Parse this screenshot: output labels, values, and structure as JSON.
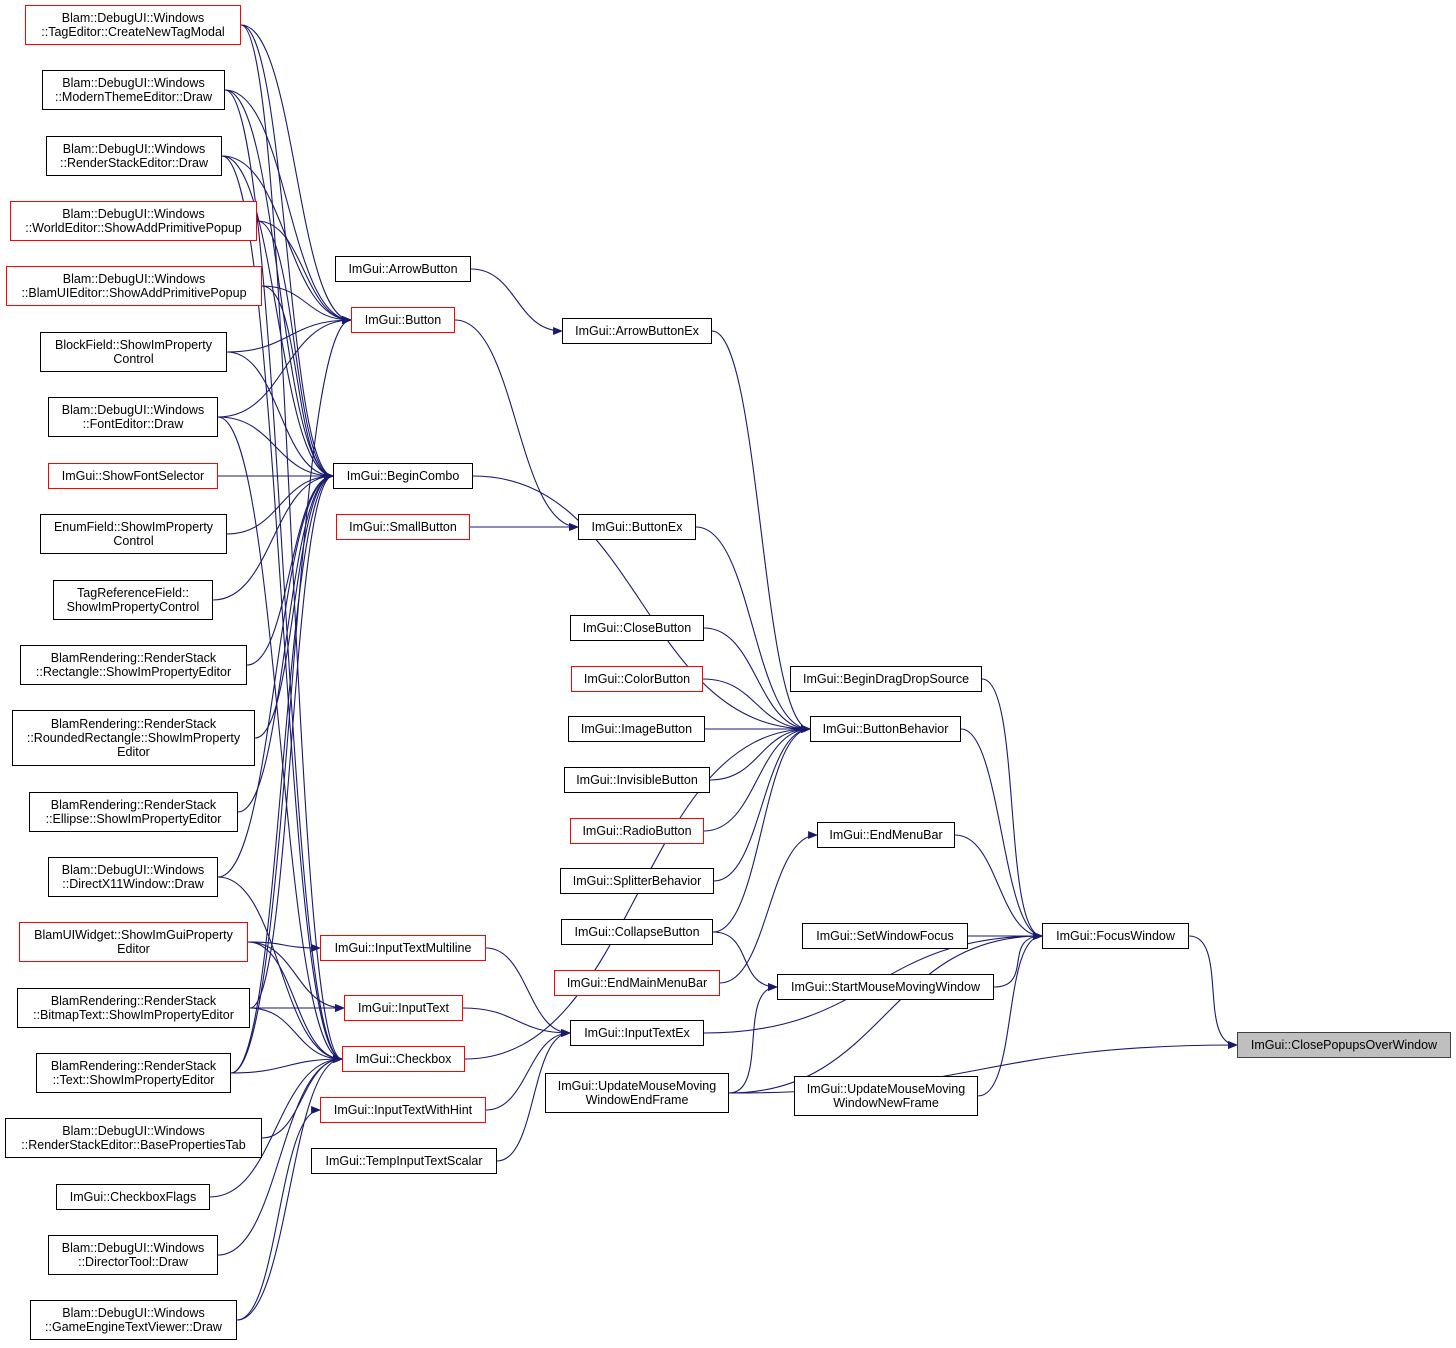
{
  "colors": {
    "edge": "#191970",
    "border": "#000000",
    "border_incomplete": "#ff0000",
    "focus_fill": "#bfbfbf"
  },
  "nodes": {
    "n1": {
      "lines": [
        "Blam::DebugUI::Windows",
        "::TagEditor::CreateNewTagModal"
      ],
      "red": true
    },
    "n2": {
      "lines": [
        "Blam::DebugUI::Windows",
        "::ModernThemeEditor::Draw"
      ],
      "red": false
    },
    "n3": {
      "lines": [
        "Blam::DebugUI::Windows",
        "::RenderStackEditor::Draw"
      ],
      "red": false
    },
    "n4": {
      "lines": [
        "Blam::DebugUI::Windows",
        "::WorldEditor::ShowAddPrimitivePopup"
      ],
      "red": true
    },
    "n5": {
      "lines": [
        "Blam::DebugUI::Windows",
        "::BlamUIEditor::ShowAddPrimitivePopup"
      ],
      "red": true
    },
    "n6": {
      "lines": [
        "BlockField::ShowImProperty",
        "Control"
      ],
      "red": false
    },
    "n7": {
      "lines": [
        "Blam::DebugUI::Windows",
        "::FontEditor::Draw"
      ],
      "red": false
    },
    "n8": {
      "lines": [
        "ImGui::ShowFontSelector"
      ],
      "red": true
    },
    "n9": {
      "lines": [
        "EnumField::ShowImProperty",
        "Control"
      ],
      "red": false
    },
    "n10": {
      "lines": [
        "TagReferenceField::",
        "ShowImPropertyControl"
      ],
      "red": false
    },
    "n11": {
      "lines": [
        "BlamRendering::RenderStack",
        "::Rectangle::ShowImPropertyEditor"
      ],
      "red": false
    },
    "n12": {
      "lines": [
        "BlamRendering::RenderStack",
        "::RoundedRectangle::ShowImProperty",
        "Editor"
      ],
      "red": false
    },
    "n13": {
      "lines": [
        "BlamRendering::RenderStack",
        "::Ellipse::ShowImPropertyEditor"
      ],
      "red": false
    },
    "n14": {
      "lines": [
        "Blam::DebugUI::Windows",
        "::DirectX11Window::Draw"
      ],
      "red": false
    },
    "n15": {
      "lines": [
        "BlamUIWidget::ShowImGuiProperty",
        "Editor"
      ],
      "red": true
    },
    "n16": {
      "lines": [
        "BlamRendering::RenderStack",
        "::BitmapText::ShowImPropertyEditor"
      ],
      "red": false
    },
    "n17": {
      "lines": [
        "BlamRendering::RenderStack",
        "::Text::ShowImPropertyEditor"
      ],
      "red": false
    },
    "n18": {
      "lines": [
        "Blam::DebugUI::Windows",
        "::RenderStackEditor::BasePropertiesTab"
      ],
      "red": false
    },
    "n19": {
      "lines": [
        "ImGui::CheckboxFlags"
      ],
      "red": false
    },
    "n20": {
      "lines": [
        "Blam::DebugUI::Windows",
        "::DirectorTool::Draw"
      ],
      "red": false
    },
    "n21": {
      "lines": [
        "Blam::DebugUI::Windows",
        "::GameEngineTextViewer::Draw"
      ],
      "red": false
    },
    "arrowbutton": {
      "lines": [
        "ImGui::ArrowButton"
      ],
      "red": false
    },
    "button": {
      "lines": [
        "ImGui::Button"
      ],
      "red": true
    },
    "begincombo": {
      "lines": [
        "ImGui::BeginCombo"
      ],
      "red": false
    },
    "smallbutton": {
      "lines": [
        "ImGui::SmallButton"
      ],
      "red": true
    },
    "inputtextml": {
      "lines": [
        "ImGui::InputTextMultiline"
      ],
      "red": true
    },
    "inputtext": {
      "lines": [
        "ImGui::InputText"
      ],
      "red": true
    },
    "checkbox": {
      "lines": [
        "ImGui::Checkbox"
      ],
      "red": true
    },
    "inputhint": {
      "lines": [
        "ImGui::InputTextWithHint"
      ],
      "red": true
    },
    "tempscalar": {
      "lines": [
        "ImGui::TempInputTextScalar"
      ],
      "red": false
    },
    "arrowbuttonex": {
      "lines": [
        "ImGui::ArrowButtonEx"
      ],
      "red": false
    },
    "buttonex": {
      "lines": [
        "ImGui::ButtonEx"
      ],
      "red": false
    },
    "closebutton": {
      "lines": [
        "ImGui::CloseButton"
      ],
      "red": false
    },
    "colorbutton": {
      "lines": [
        "ImGui::ColorButton"
      ],
      "red": true
    },
    "imagebutton": {
      "lines": [
        "ImGui::ImageButton"
      ],
      "red": false
    },
    "invisible": {
      "lines": [
        "ImGui::InvisibleButton"
      ],
      "red": false
    },
    "radio": {
      "lines": [
        "ImGui::RadioButton"
      ],
      "red": true
    },
    "splitter": {
      "lines": [
        "ImGui::SplitterBehavior"
      ],
      "red": false
    },
    "collapse": {
      "lines": [
        "ImGui::CollapseButton"
      ],
      "red": false
    },
    "endmainmenu": {
      "lines": [
        "ImGui::EndMainMenuBar"
      ],
      "red": true
    },
    "inputtextex": {
      "lines": [
        "ImGui::InputTextEx"
      ],
      "red": false
    },
    "updateend": {
      "lines": [
        "ImGui::UpdateMouseMoving",
        "WindowEndFrame"
      ],
      "red": false
    },
    "dragdrop": {
      "lines": [
        "ImGui::BeginDragDropSource"
      ],
      "red": false
    },
    "buttonbehavior": {
      "lines": [
        "ImGui::ButtonBehavior"
      ],
      "red": false
    },
    "endmenubar": {
      "lines": [
        "ImGui::EndMenuBar"
      ],
      "red": false
    },
    "setfocus": {
      "lines": [
        "ImGui::SetWindowFocus"
      ],
      "red": false
    },
    "startmoving": {
      "lines": [
        "ImGui::StartMouseMovingWindow"
      ],
      "red": false
    },
    "updatenew": {
      "lines": [
        "ImGui::UpdateMouseMoving",
        "WindowNewFrame"
      ],
      "red": false
    },
    "focuswindow": {
      "lines": [
        "ImGui::FocusWindow"
      ],
      "red": false
    },
    "closepopups": {
      "lines": [
        "ImGui::ClosePopupsOverWindow"
      ],
      "red": false,
      "focus": true
    }
  },
  "edges": [
    [
      "n1",
      "button"
    ],
    [
      "n2",
      "button"
    ],
    [
      "n3",
      "button"
    ],
    [
      "n4",
      "button"
    ],
    [
      "n5",
      "button"
    ],
    [
      "n6",
      "button"
    ],
    [
      "n7",
      "button"
    ],
    [
      "n1",
      "begincombo"
    ],
    [
      "n2",
      "begincombo"
    ],
    [
      "n3",
      "begincombo"
    ],
    [
      "n4",
      "begincombo"
    ],
    [
      "n5",
      "begincombo"
    ],
    [
      "n6",
      "begincombo"
    ],
    [
      "n7",
      "begincombo"
    ],
    [
      "n8",
      "begincombo"
    ],
    [
      "n9",
      "begincombo"
    ],
    [
      "n10",
      "begincombo"
    ],
    [
      "n11",
      "begincombo"
    ],
    [
      "n12",
      "begincombo"
    ],
    [
      "n13",
      "begincombo"
    ],
    [
      "n14",
      "begincombo"
    ],
    [
      "n16",
      "begincombo"
    ],
    [
      "n17",
      "begincombo"
    ],
    [
      "n15",
      "inputtextml"
    ],
    [
      "n15",
      "inputtext"
    ],
    [
      "n16",
      "inputtext"
    ],
    [
      "n15",
      "checkbox"
    ],
    [
      "n16",
      "checkbox"
    ],
    [
      "n17",
      "checkbox"
    ],
    [
      "n18",
      "checkbox"
    ],
    [
      "n19",
      "checkbox"
    ],
    [
      "n20",
      "checkbox"
    ],
    [
      "n21",
      "checkbox"
    ],
    [
      "n1",
      "checkbox"
    ],
    [
      "n2",
      "checkbox"
    ],
    [
      "n3",
      "checkbox"
    ],
    [
      "n7",
      "checkbox"
    ],
    [
      "n14",
      "checkbox"
    ],
    [
      "n21",
      "inputhint"
    ],
    [
      "n17",
      "button"
    ],
    [
      "arrowbutton",
      "arrowbuttonex"
    ],
    [
      "button",
      "buttonex"
    ],
    [
      "smallbutton",
      "buttonex"
    ],
    [
      "begincombo",
      "buttonbehavior"
    ],
    [
      "inputtextml",
      "inputtextex"
    ],
    [
      "inputtext",
      "inputtextex"
    ],
    [
      "inputhint",
      "inputtextex"
    ],
    [
      "tempscalar",
      "inputtextex"
    ],
    [
      "checkbox",
      "buttonbehavior"
    ],
    [
      "arrowbuttonex",
      "buttonbehavior"
    ],
    [
      "buttonex",
      "buttonbehavior"
    ],
    [
      "closebutton",
      "buttonbehavior"
    ],
    [
      "colorbutton",
      "buttonbehavior"
    ],
    [
      "imagebutton",
      "buttonbehavior"
    ],
    [
      "invisible",
      "buttonbehavior"
    ],
    [
      "radio",
      "buttonbehavior"
    ],
    [
      "splitter",
      "buttonbehavior"
    ],
    [
      "collapse",
      "buttonbehavior"
    ],
    [
      "collapse",
      "startmoving"
    ],
    [
      "endmainmenu",
      "endmenubar"
    ],
    [
      "inputtextex",
      "focuswindow"
    ],
    [
      "updateend",
      "startmoving"
    ],
    [
      "updateend",
      "focuswindow"
    ],
    [
      "updateend",
      "closepopups"
    ],
    [
      "dragdrop",
      "focuswindow"
    ],
    [
      "buttonbehavior",
      "focuswindow"
    ],
    [
      "endmenubar",
      "focuswindow"
    ],
    [
      "setfocus",
      "focuswindow"
    ],
    [
      "startmoving",
      "focuswindow"
    ],
    [
      "updatenew",
      "focuswindow"
    ],
    [
      "focuswindow",
      "closepopups"
    ]
  ]
}
